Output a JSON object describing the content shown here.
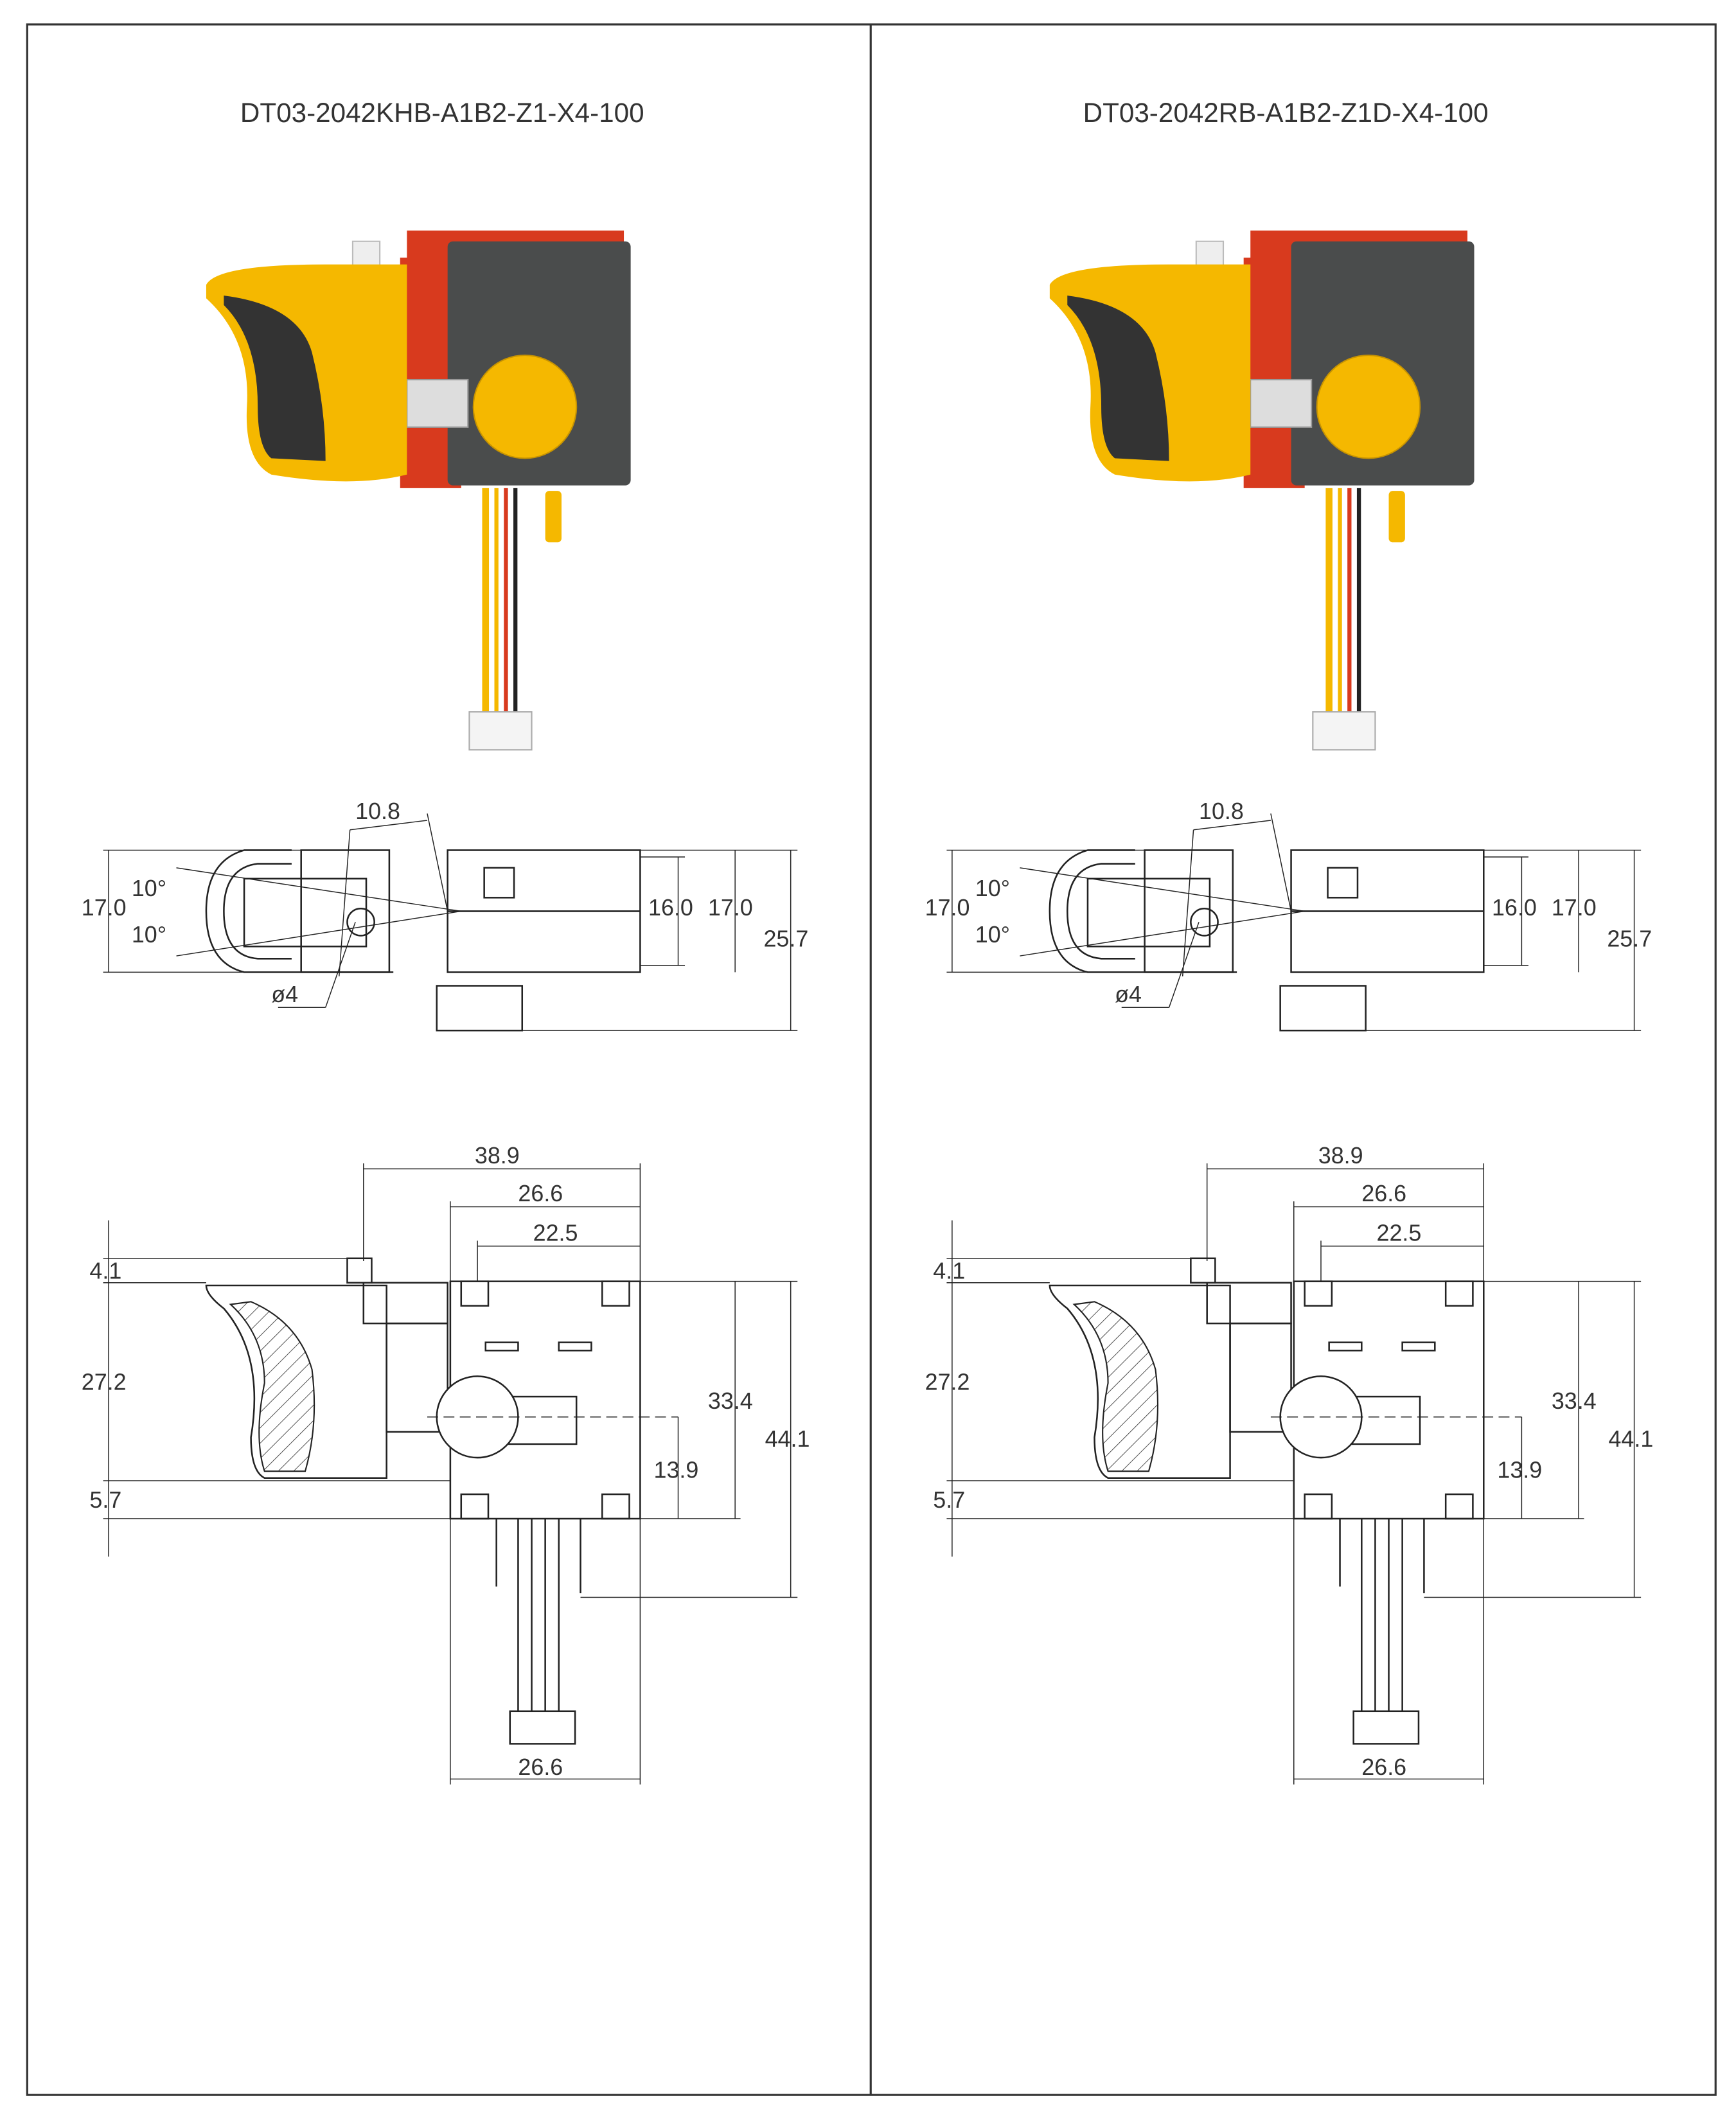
{
  "panels": [
    {
      "title": "DT03-2042KHB-A1B2-Z1-X4-100",
      "side_view": {
        "pitch": "10.8",
        "height_left": "17.0",
        "angle_up": "10°",
        "angle_down": "10°",
        "pivot_diameter": "ø4",
        "body_height": "16.0",
        "body_outer_height": "17.0",
        "total_height": "25.7"
      },
      "front_view": {
        "overall_width": "38.9",
        "body_width": "26.6",
        "inner_width": "22.5",
        "top_offset": "4.1",
        "trigger_height": "27.2",
        "bottom_offset": "5.7",
        "body_height": "33.4",
        "total_height": "44.1",
        "knob_offset": "13.9",
        "base_width": "26.6"
      }
    },
    {
      "title": "DT03-2042RB-A1B2-Z1D-X4-100",
      "side_view": {
        "pitch": "10.8",
        "height_left": "17.0",
        "angle_up": "10°",
        "angle_down": "10°",
        "pivot_diameter": "ø4",
        "body_height": "16.0",
        "body_outer_height": "17.0",
        "total_height": "25.7"
      },
      "front_view": {
        "overall_width": "38.9",
        "body_width": "26.6",
        "inner_width": "22.5",
        "top_offset": "4.1",
        "trigger_height": "27.2",
        "bottom_offset": "5.7",
        "body_height": "33.4",
        "total_height": "44.1",
        "knob_offset": "13.9",
        "base_width": "26.6"
      }
    }
  ],
  "colors": {
    "trigger": "#f5b800",
    "body": "#4a4c4c",
    "accent": "#d83a1e",
    "line": "#222222"
  }
}
